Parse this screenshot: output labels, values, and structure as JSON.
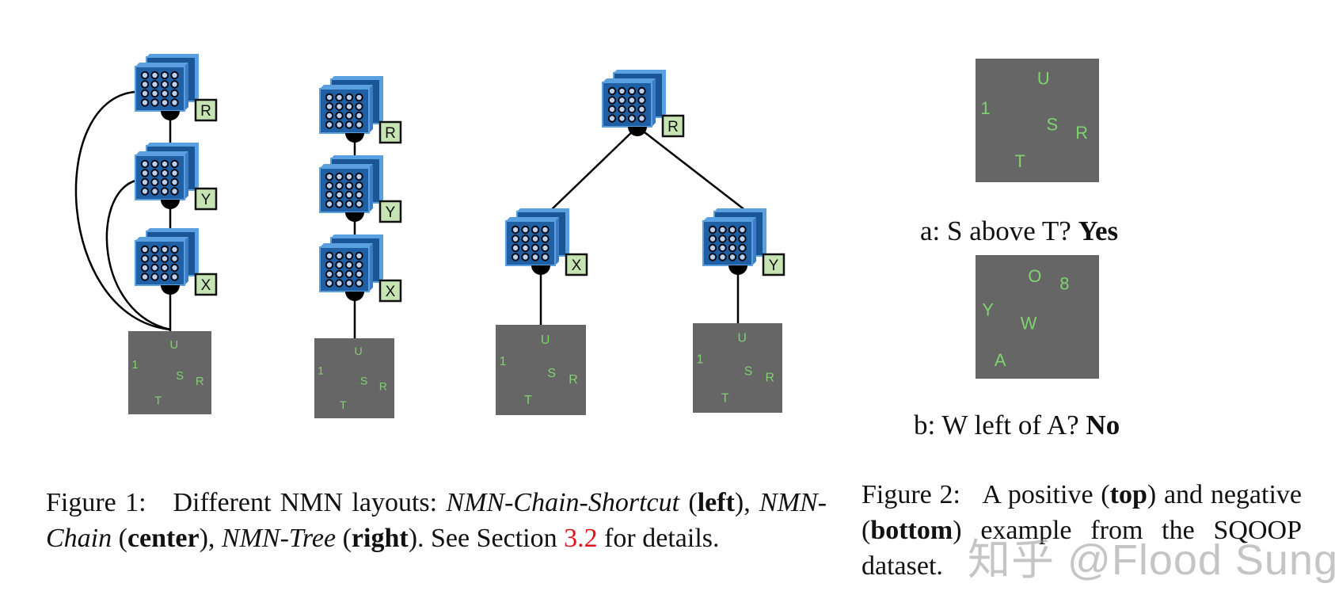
{
  "colors": {
    "module_front": "#1f5fa3",
    "module_back": "#1a5596",
    "module_edge": "#5aa0e0",
    "dot_fill": "#b8d0ee",
    "label_fill": "#c6e3b4",
    "image_bg": "#666666",
    "glyph": "#7fd36f",
    "link_red": "#e0141a"
  },
  "figure1": {
    "panels": [
      {
        "id": "left",
        "layout": "NMN-Chain-Shortcut",
        "modules": [
          "R",
          "Y",
          "X"
        ],
        "scene": [
          "U",
          "1",
          "S",
          "R",
          "T"
        ],
        "shortcuts": true
      },
      {
        "id": "center",
        "layout": "NMN-Chain",
        "modules": [
          "R",
          "Y",
          "X"
        ],
        "scene": [
          "U",
          "1",
          "S",
          "R",
          "T"
        ],
        "shortcuts": false
      },
      {
        "id": "right",
        "layout": "NMN-Tree",
        "root": "R",
        "children": [
          "X",
          "Y"
        ],
        "scene": [
          "U",
          "1",
          "S",
          "R",
          "T"
        ]
      }
    ],
    "caption": {
      "prefix": "Figure 1:",
      "text1": "Different NMN layouts:",
      "name1": "NMN-Chain-Shortcut",
      "pos1": "left",
      "name2": "NMN-Chain",
      "pos2": "center",
      "name3": "NMN-Tree",
      "pos3": "right",
      "see": "See Section",
      "section_ref": "3.2",
      "suffix": "for details."
    }
  },
  "figure2": {
    "examples": [
      {
        "id": "a",
        "scene": [
          "U",
          "1",
          "S",
          "R",
          "T"
        ],
        "question": "a: S above T?",
        "answer": "Yes"
      },
      {
        "id": "b",
        "scene": [
          "O",
          "8",
          "Y",
          "W",
          "A"
        ],
        "question": "b: W left of A?",
        "answer": "No"
      }
    ],
    "caption": {
      "prefix": "Figure 2:",
      "text1": "A positive",
      "top": "top",
      "text2": "and negative",
      "bottom": "bottom",
      "text3": "example from the SQOOP dataset."
    }
  },
  "watermark": {
    "cjk": "知乎",
    "handle": "@Flood Sung"
  }
}
